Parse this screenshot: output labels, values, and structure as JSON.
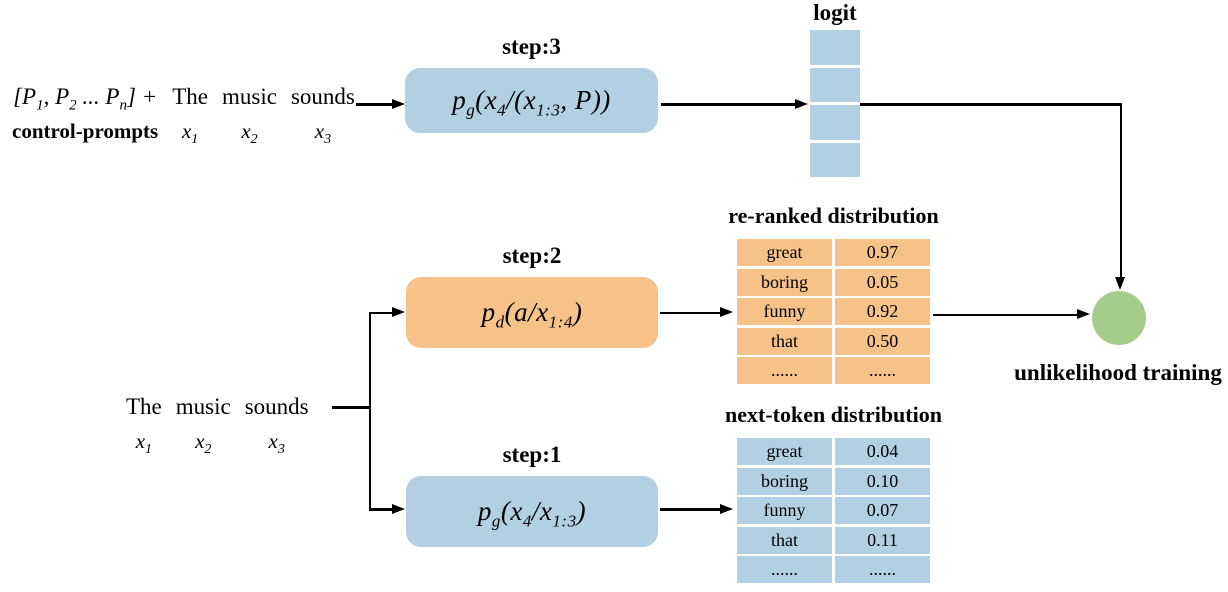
{
  "colors": {
    "blue": "#b3cfe2",
    "orange": "#f6c289",
    "green": "#a5cc8a",
    "line": "#000000"
  },
  "top_input": {
    "prefix_parts": [
      "[P",
      "1",
      ", P",
      "2",
      " ... P",
      "n",
      "] +"
    ],
    "prompt_label": "control-prompts",
    "words": [
      {
        "word": "The",
        "tok_base": "x",
        "tok_sub": "1"
      },
      {
        "word": "music",
        "tok_base": "x",
        "tok_sub": "2"
      },
      {
        "word": "sounds",
        "tok_base": "x",
        "tok_sub": "3"
      }
    ]
  },
  "bottom_input": {
    "words": [
      {
        "word": "The",
        "tok_base": "x",
        "tok_sub": "1"
      },
      {
        "word": "music",
        "tok_base": "x",
        "tok_sub": "2"
      },
      {
        "word": "sounds",
        "tok_base": "x",
        "tok_sub": "3"
      }
    ]
  },
  "steps": {
    "step3": {
      "label": "step:3",
      "f": [
        "p",
        "g",
        "(x",
        "4",
        "/(x",
        "1:3",
        ", P))"
      ]
    },
    "step2": {
      "label": "step:2",
      "f": [
        "p",
        "d",
        "(a/x",
        "1:4",
        ")",
        "",
        ""
      ]
    },
    "step1": {
      "label": "step:1",
      "f": [
        "p",
        "g",
        "(x",
        "4",
        "/x",
        "1:3",
        ")"
      ]
    }
  },
  "logit": {
    "label": "logit"
  },
  "tables": {
    "reranked": {
      "title": "re-ranked distribution",
      "rows": [
        [
          "great",
          "0.97"
        ],
        [
          "boring",
          "0.05"
        ],
        [
          "funny",
          "0.92"
        ],
        [
          "that",
          "0.50"
        ],
        [
          "......",
          "......"
        ]
      ]
    },
    "next_token": {
      "title": "next-token distribution",
      "rows": [
        [
          "great",
          "0.04"
        ],
        [
          "boring",
          "0.10"
        ],
        [
          "funny",
          "0.07"
        ],
        [
          "that",
          "0.11"
        ],
        [
          "......",
          "......"
        ]
      ]
    }
  },
  "output": {
    "label": "unlikelihood training"
  }
}
